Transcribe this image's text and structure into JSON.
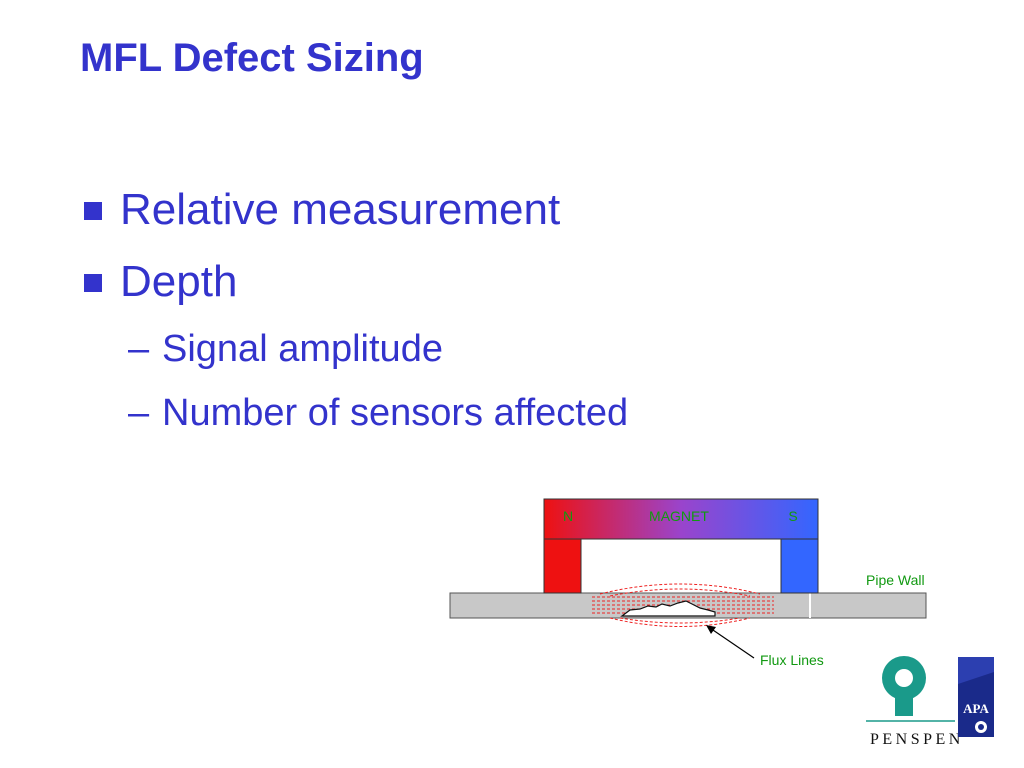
{
  "slide": {
    "title": "MFL Defect Sizing",
    "bullets": [
      {
        "text": "Relative measurement"
      },
      {
        "text": "Depth"
      }
    ],
    "sub_bullets": [
      {
        "text": "Signal amplitude"
      },
      {
        "text": "Number of sensors affected"
      }
    ],
    "dash_glyph": "–"
  },
  "diagram": {
    "magnet_n": "N",
    "magnet_label": "MAGNET",
    "magnet_s": "S",
    "pipe_wall_label": "Pipe Wall",
    "flux_lines_label": "Flux Lines",
    "colors": {
      "north": "#ee1111",
      "south": "#3366ff",
      "magnet_text": "#119911",
      "pipe": "#c8c8c8",
      "flux": "#ee2222",
      "label_green": "#119911"
    }
  },
  "logo": {
    "brand": "PENSPEN",
    "badge": "APA",
    "colors": {
      "teal": "#1a9a8a",
      "navy": "#1a2a8a"
    }
  }
}
